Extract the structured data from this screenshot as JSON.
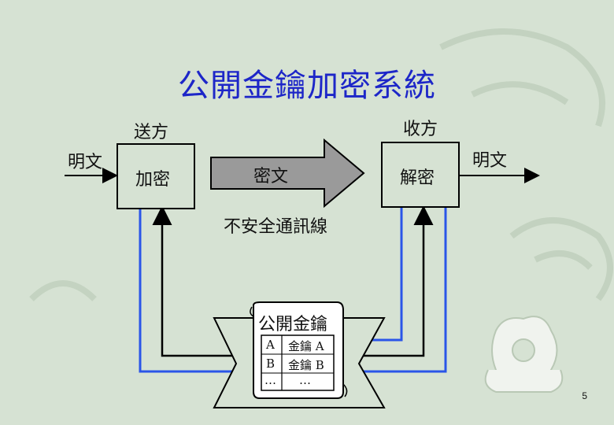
{
  "title": "公開金鑰加密系統",
  "sender_label": "送方",
  "receiver_label": "收方",
  "plaintext_in": "明文",
  "plaintext_out": "明文",
  "encrypt_label": "加密",
  "decrypt_label": "解密",
  "ciphertext_label": "密文",
  "channel_label": "不安全通訊線",
  "keyring": {
    "title": "公開金鑰",
    "rows": [
      {
        "name": "A",
        "key": "金鑰 A"
      },
      {
        "name": "B",
        "key": "金鑰 B"
      },
      {
        "name": "…",
        "key": "…"
      }
    ]
  },
  "page_number": "5",
  "colors": {
    "background": "#d6e2d3",
    "title": "#1d26c8",
    "line_blue": "#2a55e8",
    "arrow_fill": "#9a9a9a"
  }
}
